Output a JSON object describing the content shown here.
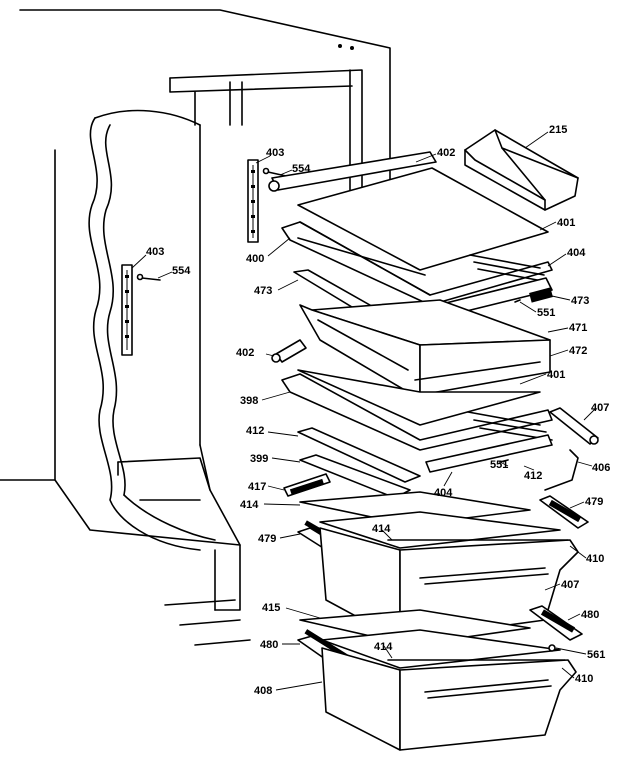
{
  "parts": [
    {
      "id": "p215",
      "number": "215"
    },
    {
      "id": "p402a",
      "number": "402"
    },
    {
      "id": "p403a",
      "number": "403"
    },
    {
      "id": "p554a",
      "number": "554"
    },
    {
      "id": "p403b",
      "number": "403"
    },
    {
      "id": "p554b",
      "number": "554"
    },
    {
      "id": "p401a",
      "number": "401"
    },
    {
      "id": "p404a",
      "number": "404"
    },
    {
      "id": "p400",
      "number": "400"
    },
    {
      "id": "p473a",
      "number": "473"
    },
    {
      "id": "p473b",
      "number": "473"
    },
    {
      "id": "p551a",
      "number": "551"
    },
    {
      "id": "p471",
      "number": "471"
    },
    {
      "id": "p402b",
      "number": "402"
    },
    {
      "id": "p472",
      "number": "472"
    },
    {
      "id": "p401b",
      "number": "401"
    },
    {
      "id": "p398",
      "number": "398"
    },
    {
      "id": "p407a",
      "number": "407"
    },
    {
      "id": "p412a",
      "number": "412"
    },
    {
      "id": "p399",
      "number": "399"
    },
    {
      "id": "p551b",
      "number": "551"
    },
    {
      "id": "p412b",
      "number": "412"
    },
    {
      "id": "p406",
      "number": "406"
    },
    {
      "id": "p417",
      "number": "417"
    },
    {
      "id": "p404b",
      "number": "404"
    },
    {
      "id": "p414a",
      "number": "414"
    },
    {
      "id": "p479a",
      "number": "479"
    },
    {
      "id": "p414b",
      "number": "414"
    },
    {
      "id": "p479b",
      "number": "479"
    },
    {
      "id": "p410a",
      "number": "410"
    },
    {
      "id": "p407b",
      "number": "407"
    },
    {
      "id": "p415",
      "number": "415"
    },
    {
      "id": "p480a",
      "number": "480"
    },
    {
      "id": "p480b",
      "number": "480"
    },
    {
      "id": "p414c",
      "number": "414"
    },
    {
      "id": "p561",
      "number": "561"
    },
    {
      "id": "p408",
      "number": "408"
    },
    {
      "id": "p410b",
      "number": "410"
    }
  ]
}
